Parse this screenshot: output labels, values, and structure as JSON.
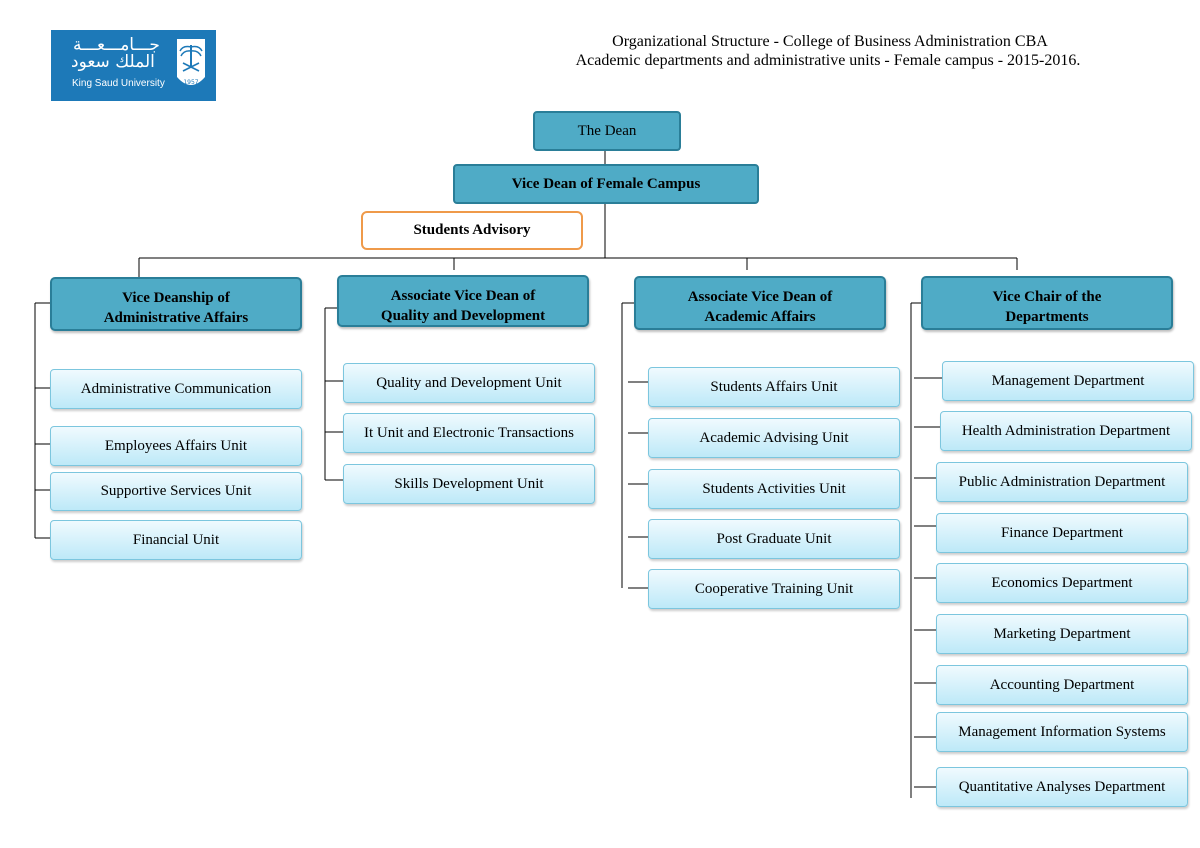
{
  "logo": {
    "arabic_line1": "جـــامـــعـــة",
    "arabic_line2": "الملك سعود",
    "english": "King Saud University",
    "emblem_year": "1957",
    "brand_color": "#1d79b8"
  },
  "title": {
    "line1": "Organizational Structure - College of Business Administration CBA",
    "line2": "Academic departments and administrative units - Female campus - 2015-2016."
  },
  "dean": "The Dean",
  "vice_dean": "Vice Dean of Female Campus",
  "advisory": "Students Advisory",
  "columns": [
    {
      "head": [
        "Vice Deanship of",
        "Administrative Affairs"
      ],
      "units": [
        "Administrative Communication",
        "Employees Affairs Unit",
        "Supportive Services Unit",
        "Financial Unit"
      ]
    },
    {
      "head": [
        "Associate Vice Dean of",
        "Quality and Development"
      ],
      "units": [
        "Quality and Development Unit",
        "It Unit and Electronic Transactions",
        "Skills Development Unit"
      ]
    },
    {
      "head": [
        "Associate Vice Dean of",
        "Academic Affairs"
      ],
      "units": [
        "Students Affairs Unit",
        "Academic Advising Unit",
        "Students Activities Unit",
        "Post Graduate Unit",
        "Cooperative Training Unit"
      ]
    },
    {
      "head": [
        "Vice Chair of the",
        "Departments"
      ],
      "units": [
        "Management Department",
        "Health Administration Department",
        "Public Administration Department",
        "Finance Department",
        "Economics Department",
        "Marketing Department",
        "Accounting Department",
        "Management Information Systems",
        "Quantitative Analyses Department"
      ]
    }
  ],
  "colors": {
    "head_fill": "#4fabc6",
    "head_border": "#2a7e98",
    "unit_fill": "#d6f2fc",
    "advisory_border": "#ef9a4a"
  }
}
